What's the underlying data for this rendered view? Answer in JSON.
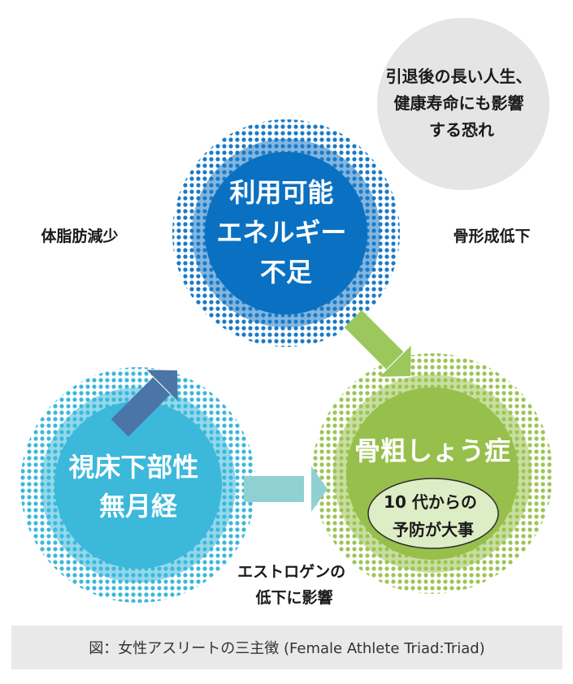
{
  "nodes": {
    "energy": {
      "lines": [
        "利用可能",
        "エネルギー",
        "不足"
      ],
      "color": "#0a70c2"
    },
    "hypothalamic": {
      "lines": [
        "視床下部性",
        "無月経"
      ],
      "color": "#3bb8da"
    },
    "osteoporosis": {
      "title": "骨粗しょう症",
      "color": "#97bf4b",
      "note_lines": [
        "10 代からの",
        "予防が大事"
      ],
      "note_color": "#ddedc5"
    }
  },
  "labels": {
    "body_fat": "体脂肪減少",
    "bone_formation": "骨形成低下",
    "estrogen_lines": [
      "エストロゲンの",
      "低下に影響"
    ]
  },
  "callout": {
    "lines": [
      "引退後の長い人生、",
      "健康寿命にも影響",
      "する恐れ"
    ],
    "color": "#e5e5e5"
  },
  "arrows": {
    "left_color": "#4a75a6",
    "right_color": "#9cc75d",
    "bottom_color": "#8fd1d3"
  },
  "caption": "図：女性アスリートの三主徴 (Female Athlete Triad:Triad)"
}
